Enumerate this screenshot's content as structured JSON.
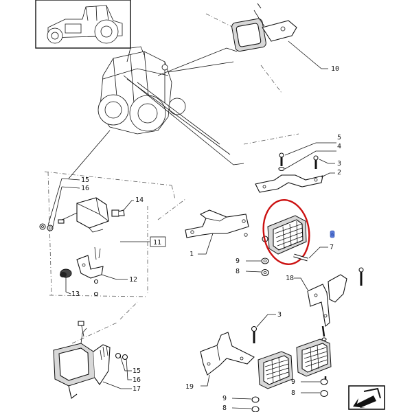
{
  "labels": {
    "l10": "10",
    "l5": "5",
    "l4": "4",
    "l3a": "3",
    "l2": "2",
    "l15a": "15",
    "l16a": "16",
    "l14": "14",
    "l11": "11",
    "l1": "1",
    "l6": "6",
    "l7": "7",
    "l9a": "9",
    "l8a": "8",
    "l12": "12",
    "l13": "13",
    "l18": "18",
    "l3b": "3",
    "l15b": "15",
    "l16b": "16",
    "l17": "17",
    "l19": "19",
    "l9b": "9",
    "l8b": "8",
    "l9c": "9",
    "l8c": "8"
  },
  "colors": {
    "highlight": "#cc1111",
    "hotspot": "#5a7bd8",
    "ink": "#111111"
  },
  "icons": {
    "nav": "arrow-exit-icon"
  }
}
